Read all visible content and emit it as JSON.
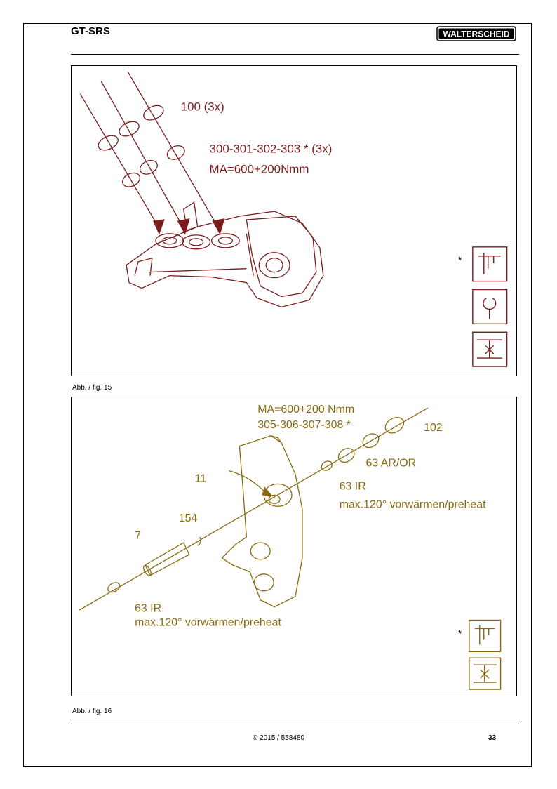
{
  "header": {
    "title": "GT-SRS",
    "logo_text": "WALTERSCHEID"
  },
  "figures": [
    {
      "caption": "Abb. / fig. 15",
      "labels": {
        "part_100": "100 (3x)",
        "parts_300": "300-301-302-303 * (3x)",
        "torque": "MA=600+200Nmm",
        "star": "*"
      },
      "icons": [
        "caliper-icon",
        "wrench-icon",
        "press-icon"
      ],
      "color": "#7a1c1c"
    },
    {
      "caption": "Abb. / fig. 16",
      "labels": {
        "torque": "MA=600+200 Nmm",
        "parts_305": "305-306-307-308 *",
        "part_102": "102",
        "ring_63_ar": "63 AR/OR",
        "part_11": "11",
        "ir_right": "63 IR",
        "preheat_right": "max.120° vorwärmen/preheat",
        "part_154": "154",
        "part_7": "7",
        "ir_left": "63 IR",
        "preheat_left": "max.120° vorwärmen/preheat",
        "star": "*"
      },
      "icons": [
        "caliper-icon",
        "press-icon"
      ],
      "color": "#8a6a0f"
    }
  ],
  "footer": {
    "copyright": "© 2015 / 558480",
    "page": "33"
  }
}
